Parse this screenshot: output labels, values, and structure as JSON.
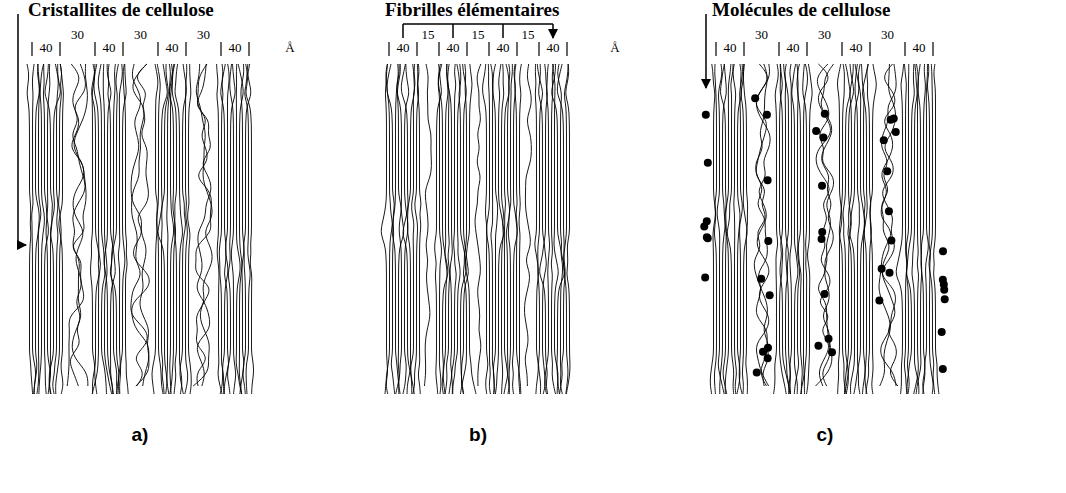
{
  "diagram": {
    "labels": [
      "Cristallites de cellulose",
      "Fibrilles élémentaires",
      "Molécules de cellulose",
      "40",
      "30",
      "40",
      "30",
      "40",
      "30",
      "40",
      "Å",
      "40",
      "15",
      "40",
      "15",
      "40",
      "15",
      "40",
      "Å",
      "40",
      "30",
      "40",
      "30",
      "40",
      "30",
      "40",
      "a)",
      "b)",
      "c)"
    ]
  }
}
